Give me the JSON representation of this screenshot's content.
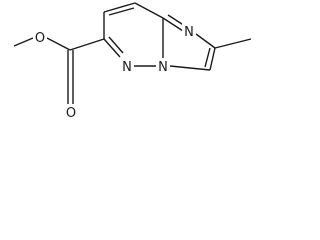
{
  "molecule": {
    "atoms": [
      {
        "id": "o_methoxy",
        "label": "O"
      },
      {
        "id": "o_carbonyl",
        "label": "O"
      },
      {
        "id": "n_pyridazine",
        "label": "N"
      },
      {
        "id": "n_bridgehead",
        "label": "N"
      },
      {
        "id": "n_imidazole",
        "label": "N"
      }
    ]
  }
}
